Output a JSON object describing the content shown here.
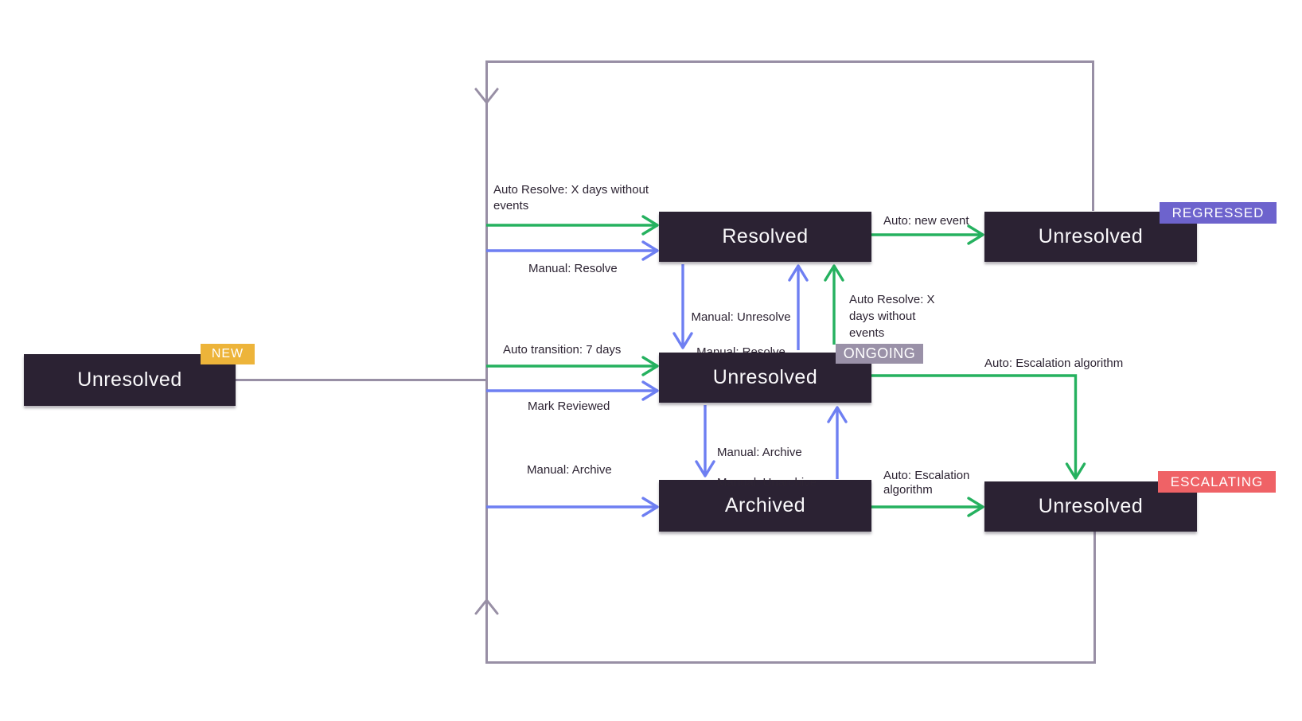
{
  "diagram": {
    "nodes": [
      {
        "label": "Unresolved",
        "badge": "NEW",
        "badge_color": "#EDB43A"
      },
      {
        "label": "Resolved"
      },
      {
        "label": "Unresolved",
        "badge": "ONGOING",
        "badge_color": "#9A91A8"
      },
      {
        "label": "Archived"
      },
      {
        "label": "Unresolved",
        "badge": "REGRESSED",
        "badge_color": "#6D63CD"
      },
      {
        "label": "Unresolved",
        "badge": "ESCALATING",
        "badge_color": "#EF6266"
      }
    ],
    "labels": {
      "auto_resolve_top": "Auto Resolve: X days without\nevents",
      "manual_resolve_left": "Manual: Resolve",
      "auto_transition": "Auto transition: 7 days",
      "mark_reviewed": "Mark Reviewed",
      "manual_archive_left": "Manual: Archive",
      "manual_unresolve": "Manual: Unresolve",
      "manual_resolve_mid": "Manual: Resolve",
      "auto_resolve_mid": "Auto Resolve: X\ndays without\nevents",
      "manual_archive_mid": "Manual: Archive",
      "manual_unarchive_mid": "Manual: Unarchive",
      "auto_new_event": "Auto: new event",
      "auto_escalation_right": "Auto: Escalation algorithm",
      "auto_escalation_bottom": "Auto: Escalation\nalgorithm"
    },
    "colors": {
      "node_bg": "#2B2233",
      "node_text": "#FAF9FB",
      "auto_arrow_green": "#25B15F",
      "manual_arrow_blue": "#6E7FF2",
      "loop_line_gray": "#988FA5",
      "label_text": "#2D2433",
      "background": "#FFFFFF"
    }
  }
}
